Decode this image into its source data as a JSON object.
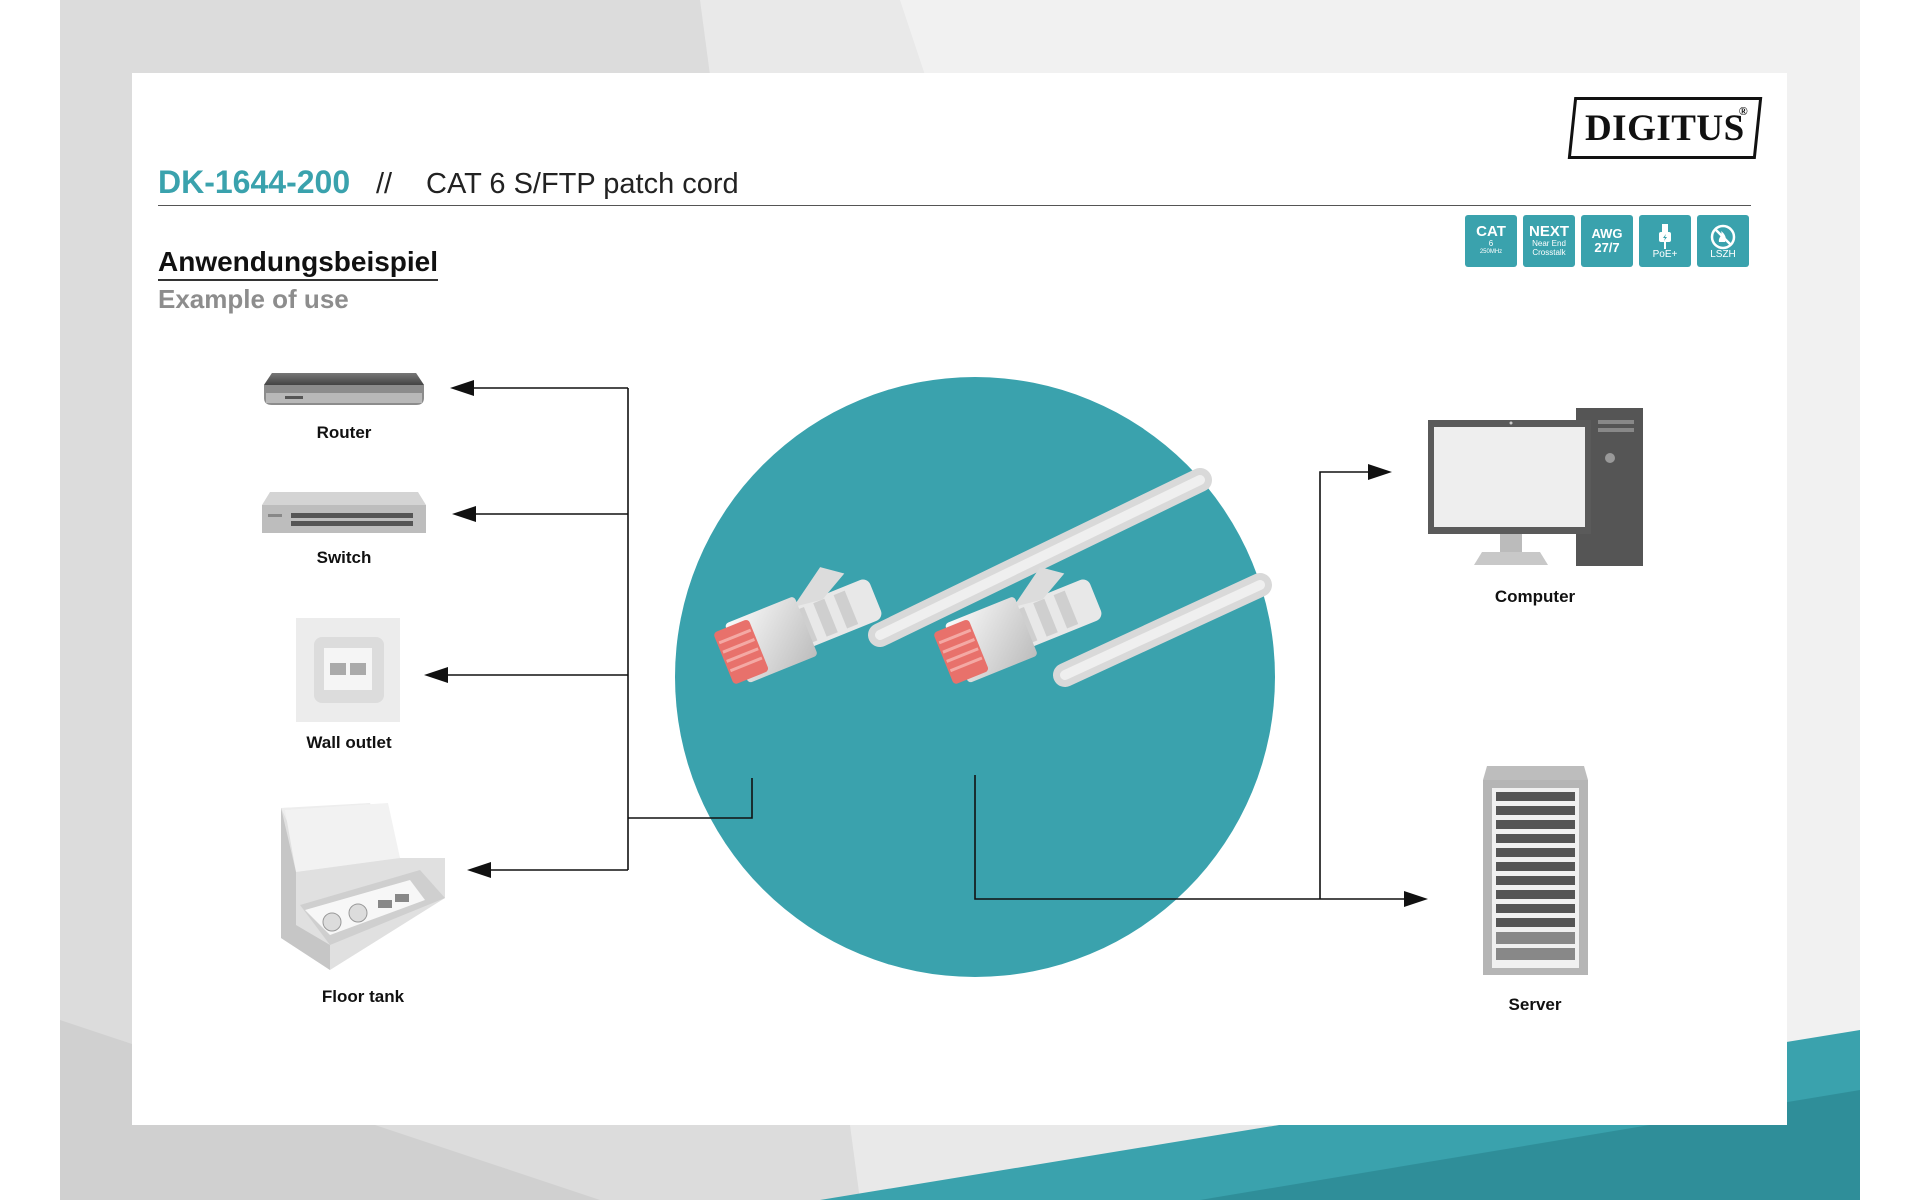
{
  "header": {
    "product_code": "DK-1644-200",
    "separator": "//",
    "product_title": "CAT 6 S/FTP patch cord",
    "logo": "DIGITUS",
    "logo_mark": "®"
  },
  "section": {
    "title_de": "Anwendungsbeispiel",
    "title_en": "Example of use"
  },
  "badges": [
    {
      "icon": "cat6-badge",
      "line1": "CAT",
      "line2": "6",
      "line3": "250MHz"
    },
    {
      "icon": "next-badge",
      "line1": "NEXT",
      "line2": "Near End",
      "line3": "Crosstalk"
    },
    {
      "icon": "awg-badge",
      "line1": "AWG",
      "line2": "27/7"
    },
    {
      "icon": "poe-badge",
      "line1": "PoE+"
    },
    {
      "icon": "lszh-badge",
      "line1": "LSZH"
    }
  ],
  "devices": {
    "router": "Router",
    "switch": "Switch",
    "wall_outlet": "Wall outlet",
    "floor_tank": "Floor tank",
    "computer": "Computer",
    "server": "Server"
  },
  "colors": {
    "accent": "#3aa2ad",
    "connector": "#e8716b",
    "cable": "#e6e6e6",
    "text": "#111111"
  }
}
